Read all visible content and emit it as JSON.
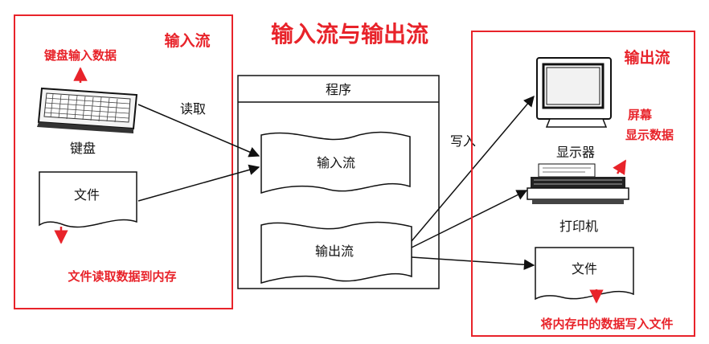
{
  "title": "输入流与输出流",
  "colors": {
    "accent": "#e8232a",
    "ink": "#111111"
  },
  "input_panel": {
    "label": "输入流",
    "keyboard_note": "键盘输入数据",
    "keyboard_label": "键盘",
    "file_label": "文件",
    "file_note": "文件读取数据到内存"
  },
  "read_label": "读取",
  "program": {
    "label": "程序",
    "input_stream": "输入流",
    "output_stream": "输出流"
  },
  "write_label": "写入",
  "output_panel": {
    "label": "输出流",
    "screen_note_line1": "屏幕",
    "screen_note_line2": "显示数据",
    "monitor_label": "显示器",
    "printer_label": "打印机",
    "file_label": "文件",
    "file_note": "将内存中的数据写入文件"
  }
}
